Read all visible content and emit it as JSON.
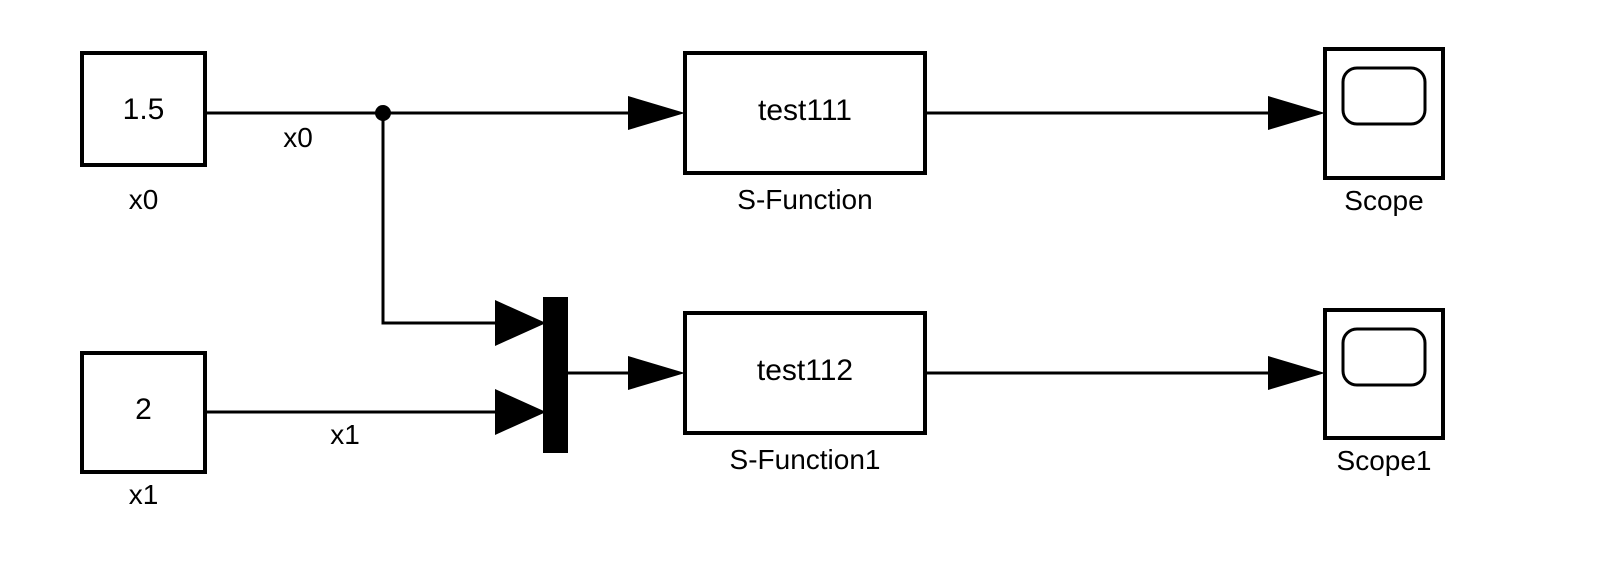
{
  "diagram": {
    "title": "Simulink Block Diagram",
    "background_color": "#ffffff",
    "line_color": "#000000",
    "block_fill": "#ffffff",
    "block_stroke": "#000000"
  },
  "blocks": {
    "const_x0": {
      "value_text": "1.5",
      "name_label": "x0",
      "type": "constant"
    },
    "const_x1": {
      "value_text": "2",
      "name_label": "x1",
      "type": "constant"
    },
    "sfunction_top": {
      "value_text": "test111",
      "name_label": "S-Function",
      "type": "s-function"
    },
    "sfunction_bottom": {
      "value_text": "test112",
      "name_label": "S-Function1",
      "type": "s-function"
    },
    "scope_top": {
      "name_label": "Scope",
      "type": "scope"
    },
    "scope_bottom": {
      "name_label": "Scope1",
      "type": "scope"
    },
    "mux": {
      "name_label": "",
      "type": "mux",
      "inputs": 2
    }
  },
  "signals": {
    "x0_label": "x0",
    "x1_label": "x1"
  }
}
